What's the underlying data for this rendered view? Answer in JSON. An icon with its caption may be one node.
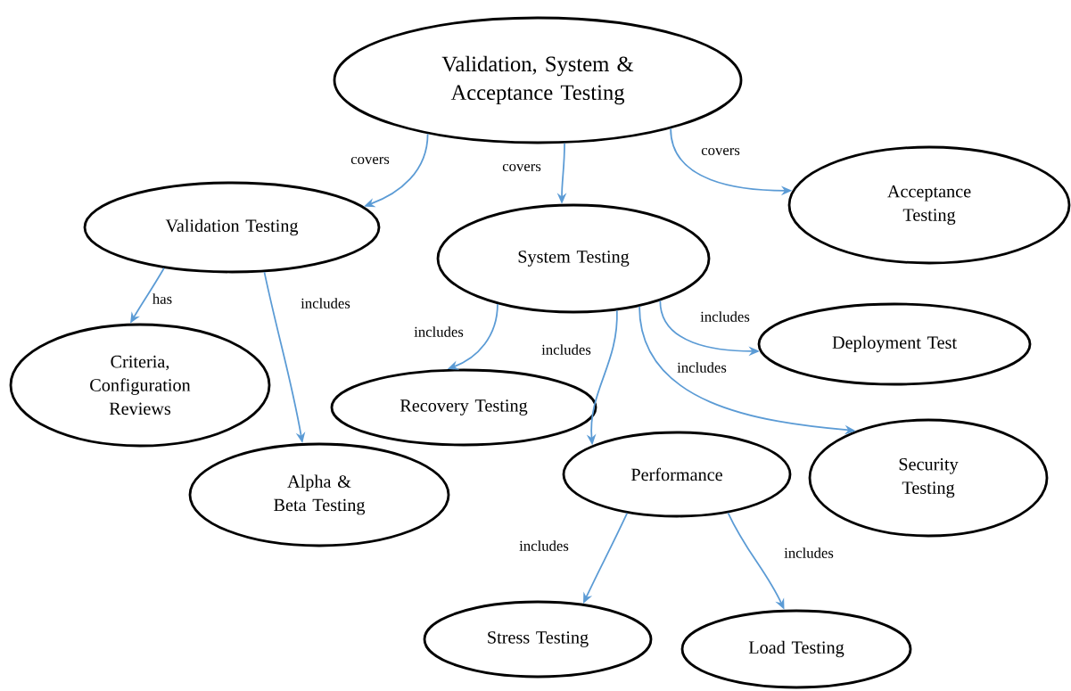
{
  "diagram": {
    "nodes": [
      {
        "text": [
          "Validation, System & Acceptance Testing"
        ]
      },
      {
        "text": [
          "Validation Testing"
        ]
      },
      {
        "text": [
          "System Testing"
        ]
      },
      {
        "text": [
          "Acceptance Testing"
        ]
      },
      {
        "text": [
          "Criteria, Configuration Reviews"
        ]
      },
      {
        "text": [
          "Alpha & Beta Testing"
        ]
      },
      {
        "text": [
          "Recovery Testing"
        ]
      },
      {
        "text": [
          "Deployment Test"
        ]
      },
      {
        "text": [
          "Performance"
        ]
      },
      {
        "text": [
          "Security Testing"
        ]
      },
      {
        "text": [
          "Stress Testing"
        ]
      },
      {
        "text": [
          "Load Testing"
        ]
      }
    ],
    "edges": [
      {
        "from": 0,
        "to": 1,
        "arrow": "to",
        "label": "covers"
      },
      {
        "from": 0,
        "to": 2,
        "arrow": "to",
        "label": "covers"
      },
      {
        "from": 0,
        "to": 3,
        "arrow": "to",
        "label": "covers"
      },
      {
        "from": 1,
        "to": 4,
        "arrow": "to",
        "label": "has"
      },
      {
        "from": 1,
        "to": 5,
        "arrow": "to",
        "label": "includes"
      },
      {
        "from": 2,
        "to": 6,
        "arrow": "to",
        "label": "includes"
      },
      {
        "from": 2,
        "to": 8,
        "arrow": "to",
        "label": "includes"
      },
      {
        "from": 2,
        "to": 7,
        "arrow": "to",
        "label": "includes"
      },
      {
        "from": 2,
        "to": 9,
        "arrow": "to",
        "label": "includes"
      },
      {
        "from": 8,
        "to": 10,
        "arrow": "to",
        "label": "includes"
      },
      {
        "from": 8,
        "to": 11,
        "arrow": "to",
        "label": "includes"
      }
    ]
  }
}
